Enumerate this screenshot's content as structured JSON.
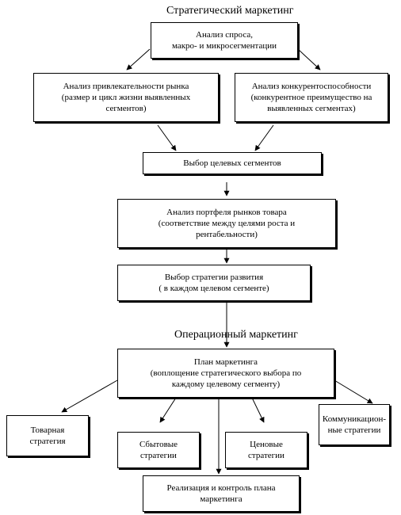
{
  "headings": {
    "strategic": "Стратегический маркетинг",
    "operational": "Операционный маркетинг"
  },
  "boxes": {
    "demand_analysis": "Анализ спроса,\nмакро- и микросегментации",
    "market_attractiveness": "Анализ привлекательности рынка\n(размер и цикл жизни выявленных\nсегментов)",
    "competitiveness": "Анализ конкурентоспособности\n(конкурентное преимущество на\nвыявленных сегментах)",
    "target_segments": "Выбор целевых сегментов",
    "portfolio": "Анализ портфеля рынков товара\n(соответствие между целями роста и\nрентабельности)",
    "development_strategy": "Выбор стратегии развития\n( в каждом целевом сегменте)",
    "marketing_plan": "План маркетинга\n(воплощение стратегического выбора по\nкаждому целевому сегменту)",
    "product_strategy": "Товарная\nстратегия",
    "sales_strategies": "Сбытовые\nстратегии",
    "price_strategies": "Ценовые\nстратегии",
    "communication_strategies": "Коммуникацион-\nные стратегии",
    "implementation": "Реализация и контроль плана\nмаркетинга"
  },
  "colors": {
    "line": "#000000",
    "box_fill": "#ffffff"
  }
}
